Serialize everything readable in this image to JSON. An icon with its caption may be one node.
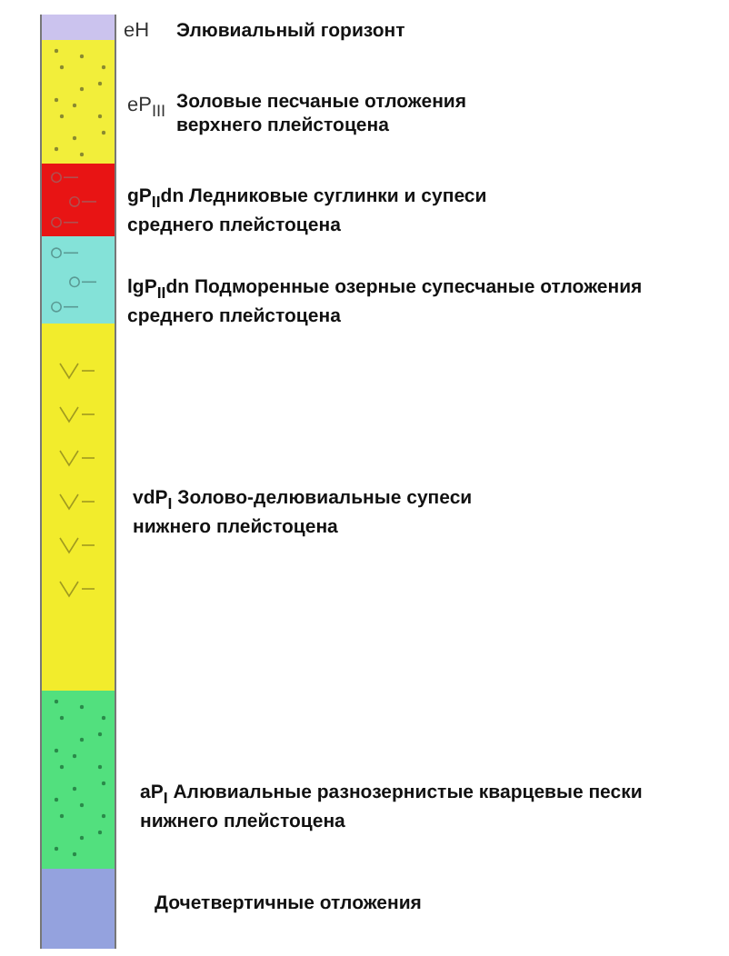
{
  "diagram": {
    "nodes": [
      {
        "text": [
          "eH",
          "Элювиальный горизонт"
        ]
      },
      {
        "text": [
          "eP$_{III}$",
          "Золовые песчаные отложения верхнего плейстоцена"
        ]
      },
      {
        "text": [
          "gP$_{II}$dn Ледниковые суглинки и супеси среднего плейстоцена"
        ]
      },
      {
        "text": [
          "lgP$_{II}$dn Подморенные озерные супесчаные отложения среднего плейстоцена"
        ]
      },
      {
        "text": [
          "vdP$_{I}$ Золово-делювиальные супеси нижнего плейстоцена"
        ]
      },
      {
        "text": [
          "aP$_{I}$ Алювиальные разнозернистые кварцевые пески нижнего плейстоцена"
        ]
      },
      {
        "text": [
          "Дочетвертичные отложения"
        ]
      }
    ]
  }
}
